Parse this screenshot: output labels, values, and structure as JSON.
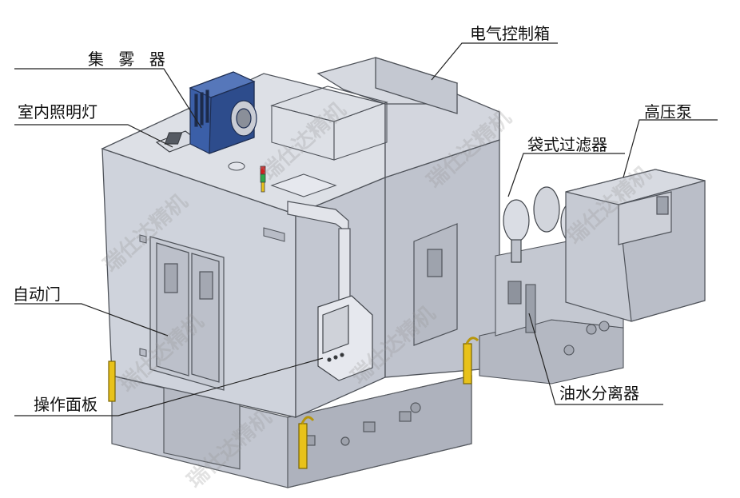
{
  "labels": {
    "electric_cabinet": "电气控制箱",
    "mist_collector": "集 雾 器",
    "interior_light": "室内照明灯",
    "high_pressure_pump": "高压泵",
    "bag_filter": "袋式过滤器",
    "auto_door": "自动门",
    "oil_water_separator": "油水分离器",
    "control_panel": "操作面板"
  },
  "watermark": "瑞仕达精机",
  "colors": {
    "body_light": "#cfd3dc",
    "body_mid": "#b9bdc8",
    "body_dark": "#8f94a0",
    "mist_blue": "#3b5fa8",
    "handle_yellow": "#e8c21a",
    "signal_red": "#d21f1f",
    "signal_green": "#2ea84a"
  }
}
